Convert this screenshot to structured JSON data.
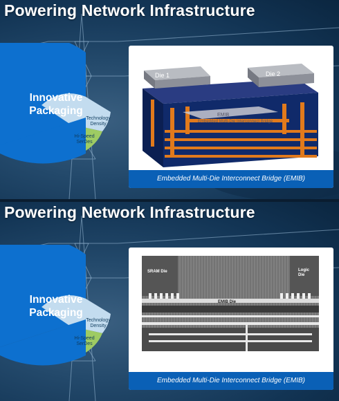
{
  "slides": [
    {
      "title": "Powering Network Infrastructure",
      "pie": {
        "main_label": "Innovative Packaging",
        "segment_1": "Technology Density",
        "segment_2": "Hi-Speed SerDes"
      },
      "figure": {
        "type": "3d-render",
        "labels": {
          "die_1": "Die 1",
          "die_2": "Die 2",
          "bridge_line_1": "EMIB",
          "bridge_line_2": "Embedded Multi-Die Interconnect Bridge"
        }
      },
      "caption": "Embedded Multi-Die Interconnect Bridge (EMIB)"
    },
    {
      "title": "Powering Network Infrastructure",
      "pie": {
        "main_label": "Innovative Packaging",
        "segment_1": "Technology Density",
        "segment_2": "Hi-Speed SerDes"
      },
      "figure": {
        "type": "cross-section-micrograph",
        "labels": {
          "sram_die": "SRAM Die",
          "logic_die": "Logic Die",
          "emib_die": "EMIB Die"
        }
      },
      "caption": "Embedded Multi-Die Interconnect Bridge (EMIB)"
    }
  ],
  "colors": {
    "brand_blue": "#0a60b6",
    "pie_blue": "#0d70cf",
    "pie_light": "#c3dcef",
    "pie_green": "#9ecb63",
    "substrate": "#102a6a",
    "copper": "#e17a1c"
  }
}
